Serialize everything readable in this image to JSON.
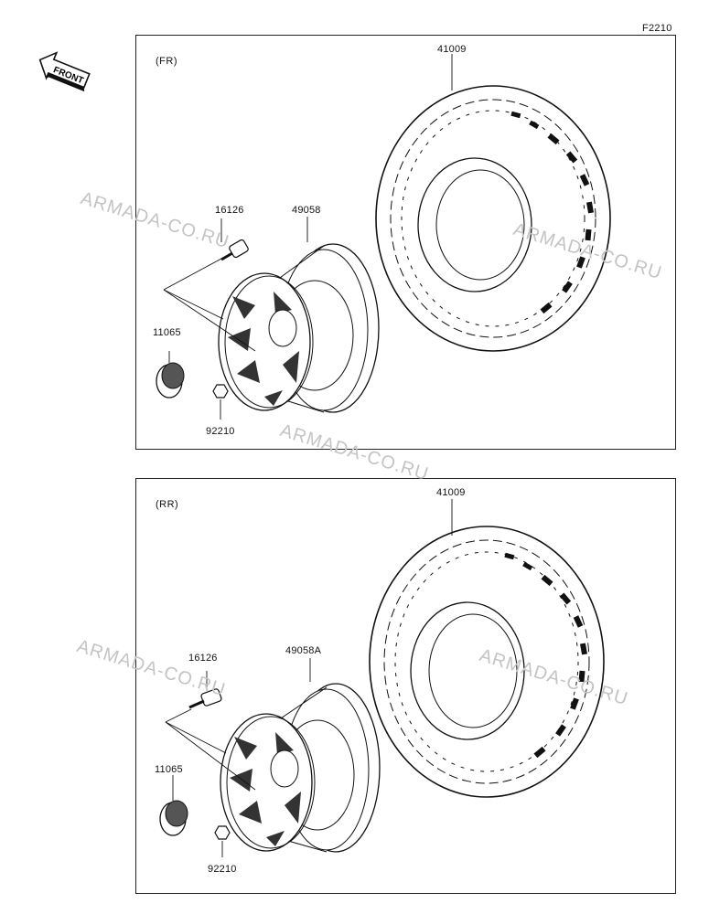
{
  "figure_code": "F2210",
  "front_badge": {
    "label": "FRONT",
    "icon": "front-arrow-icon"
  },
  "watermark": "ARMADA-CO.RU",
  "panels": [
    {
      "label": "(FR)",
      "parts": {
        "tire": "41009",
        "rim": "49058",
        "valve": "16126",
        "cap": "11065",
        "nut": "92210"
      }
    },
    {
      "label": "(RR)",
      "parts": {
        "tire": "41009",
        "rim": "49058A",
        "valve": "16126",
        "cap": "11065",
        "nut": "92210"
      }
    }
  ]
}
